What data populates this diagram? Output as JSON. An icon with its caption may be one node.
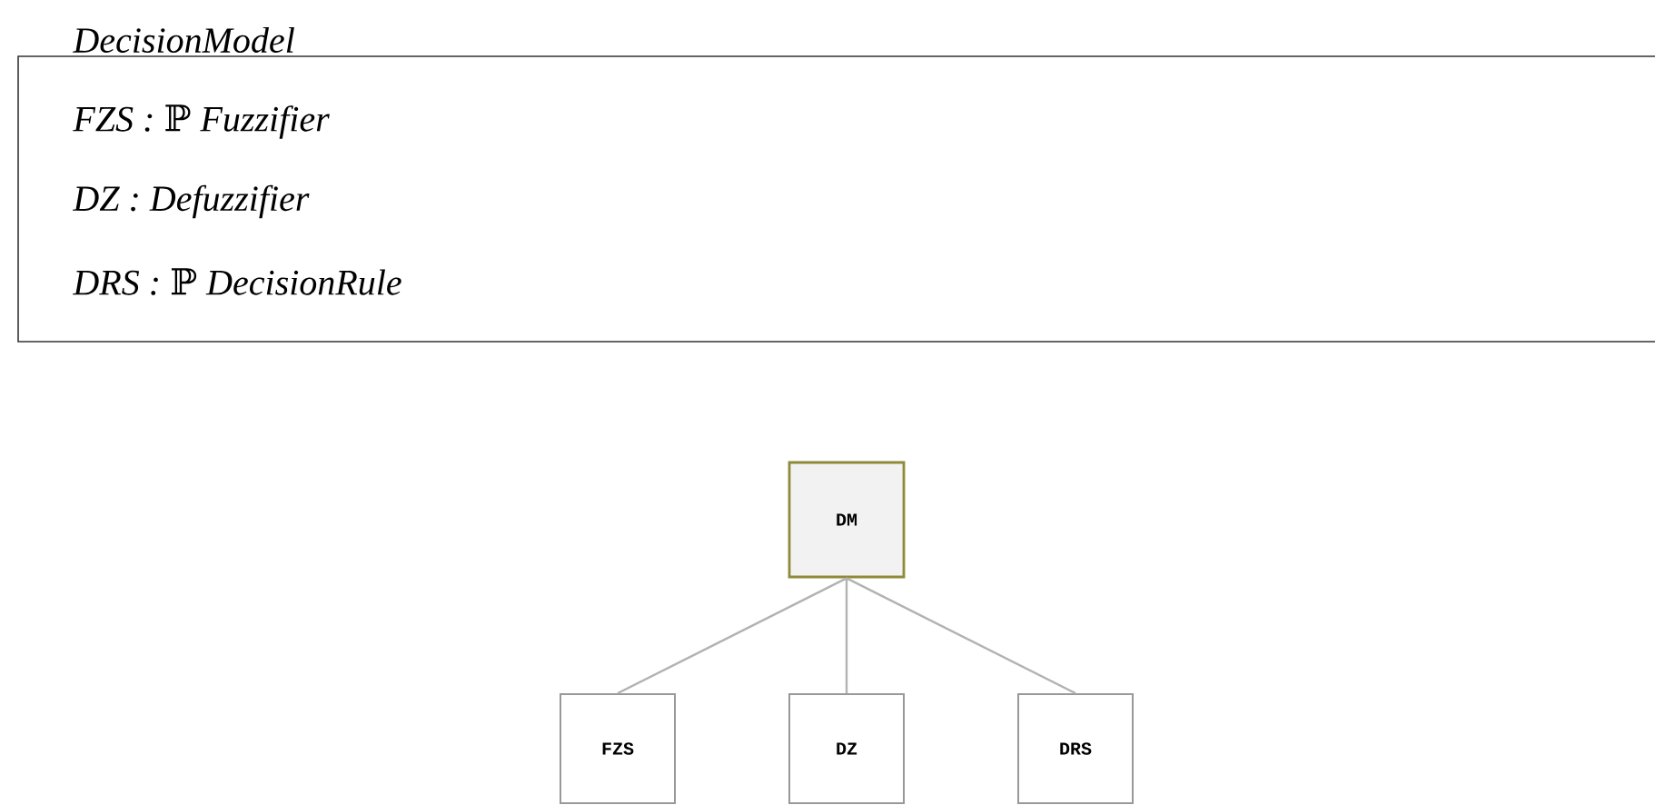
{
  "diagram": {
    "nodes": [
      {
        "text": [
          "DecisionModel",
          "FZS : ℙ Fuzzifier",
          "DZ : Defuzzifier",
          "DRS : ℙ DecisionRule"
        ]
      },
      {
        "text": [
          "DM"
        ]
      },
      {
        "text": [
          "FZS"
        ]
      },
      {
        "text": [
          "DZ"
        ]
      },
      {
        "text": [
          "DRS"
        ]
      }
    ],
    "edges": [
      {
        "from": 1,
        "to": 2,
        "arrow": "none"
      },
      {
        "from": 1,
        "to": 3,
        "arrow": "none"
      },
      {
        "from": 1,
        "to": 4,
        "arrow": "none"
      }
    ]
  }
}
